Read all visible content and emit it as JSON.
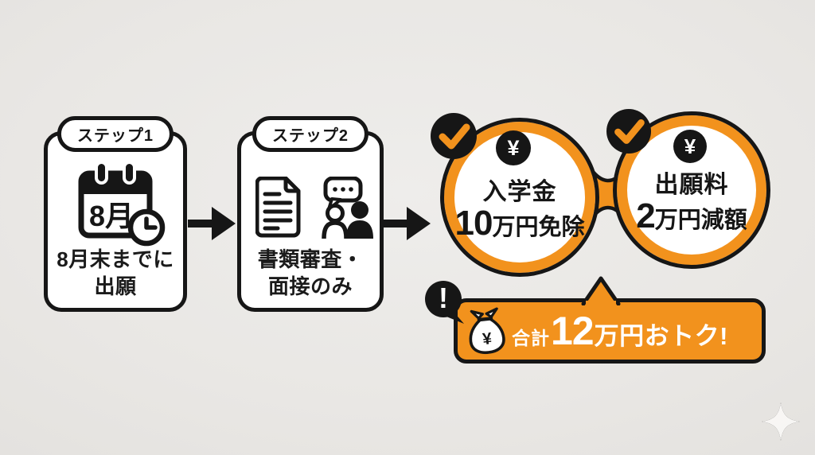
{
  "colors": {
    "background": "#e9e7e4",
    "accent_orange": "#F2921D",
    "ink_black": "#161616",
    "card_white": "#ffffff"
  },
  "steps": [
    {
      "label": "ステップ1",
      "icon": "calendar-august-clock-icon",
      "calendar_month": "8月",
      "line1": "8月末までに",
      "line2": "出願"
    },
    {
      "label": "ステップ2",
      "icon": "document-screening-interview-icon",
      "line1": "書類審査・",
      "line2": "面接のみ"
    }
  ],
  "benefits": [
    {
      "check_icon": "check-icon",
      "yen_badge": "¥",
      "title": "入学金",
      "amount": "10",
      "suffix": "万円免除"
    },
    {
      "check_icon": "check-icon",
      "yen_badge": "¥",
      "title": "出願料",
      "amount": "2",
      "suffix": "万円減額"
    }
  ],
  "banner": {
    "alert_symbol": "!",
    "bag_icon": "money-bag-icon",
    "bag_symbol": "¥",
    "prefix": "合計",
    "amount": "12",
    "suffix": "万円おトク!"
  },
  "decor": {
    "sparkle_icon": "sparkle-icon"
  }
}
